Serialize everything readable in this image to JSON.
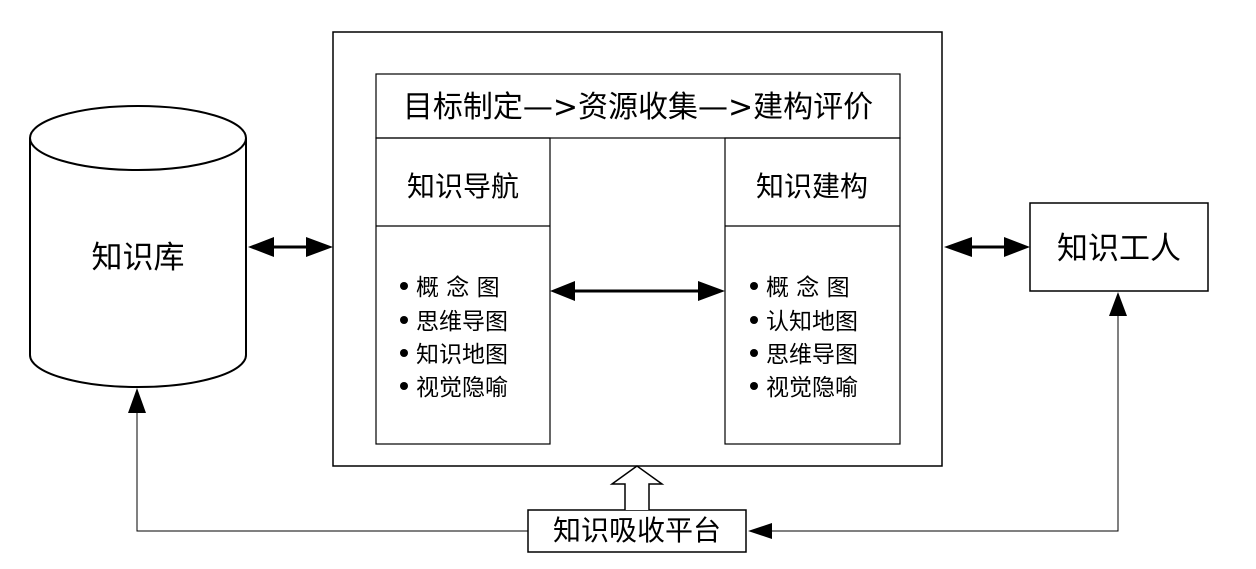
{
  "colors": {
    "stroke": "#000000",
    "background": "#ffffff"
  },
  "diagram": {
    "database": {
      "label": "知识库"
    },
    "platform": {
      "process_flow": "目标制定—>资源收集—>建构评价",
      "navigation": {
        "title": "知识导航",
        "items": [
          "概 念 图",
          "思维导图",
          "知识地图",
          "视觉隐喻"
        ]
      },
      "construction": {
        "title": "知识建构",
        "items": [
          "概 念 图",
          "认知地图",
          "思维导图",
          "视觉隐喻"
        ]
      }
    },
    "worker": {
      "label": "知识工人"
    },
    "absorption": {
      "label": "知识吸收平台"
    },
    "bullet_glyph": "●"
  }
}
